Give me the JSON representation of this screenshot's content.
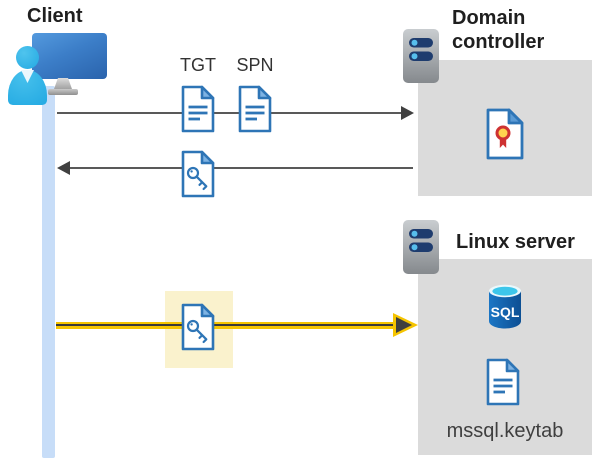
{
  "client": {
    "label": "Client"
  },
  "flow": {
    "tgt_label": "TGT",
    "spn_label": "SPN"
  },
  "domain_controller": {
    "title": "Domain controller"
  },
  "linux_server": {
    "title": "Linux server",
    "sql_badge": "SQL",
    "keytab_file": "mssql.keytab"
  },
  "icons": {
    "client": [
      "user-icon",
      "monitor-icon"
    ],
    "tickets": [
      "tgt-document-icon",
      "spn-document-icon",
      "key-document-icon"
    ],
    "domain_controller": [
      "server-icon",
      "certificate-icon"
    ],
    "linux_server": [
      "server-icon",
      "sql-database-icon",
      "keytab-document-icon"
    ]
  },
  "colors": {
    "document_blue": "#2E75B6",
    "document_fold_blue": "#7EB3E3",
    "gray_box": "#DBDBDB",
    "arrow_gray_line": "#595959",
    "arrow_gray_head": "#404040",
    "arrow_yellow": "#F5C400",
    "arrow_yellow_core": "#3A3A3A",
    "highlight_yellow": "#FAF2CD",
    "client_lifeline_blue": "#C7DDF8",
    "person_cyan": "#23A9E2",
    "monitor_blue": "#2A63AC",
    "server_body_gray": "#A7ABAF",
    "server_bar_navy": "#1E3C6E",
    "server_dot_cyan": "#57BEEC",
    "sql_body_blue": "#1464B4",
    "sql_top_cyan": "#3DC6EA",
    "certificate_seal_yellow": "#FFD44F",
    "certificate_seal_red": "#CE3232"
  }
}
